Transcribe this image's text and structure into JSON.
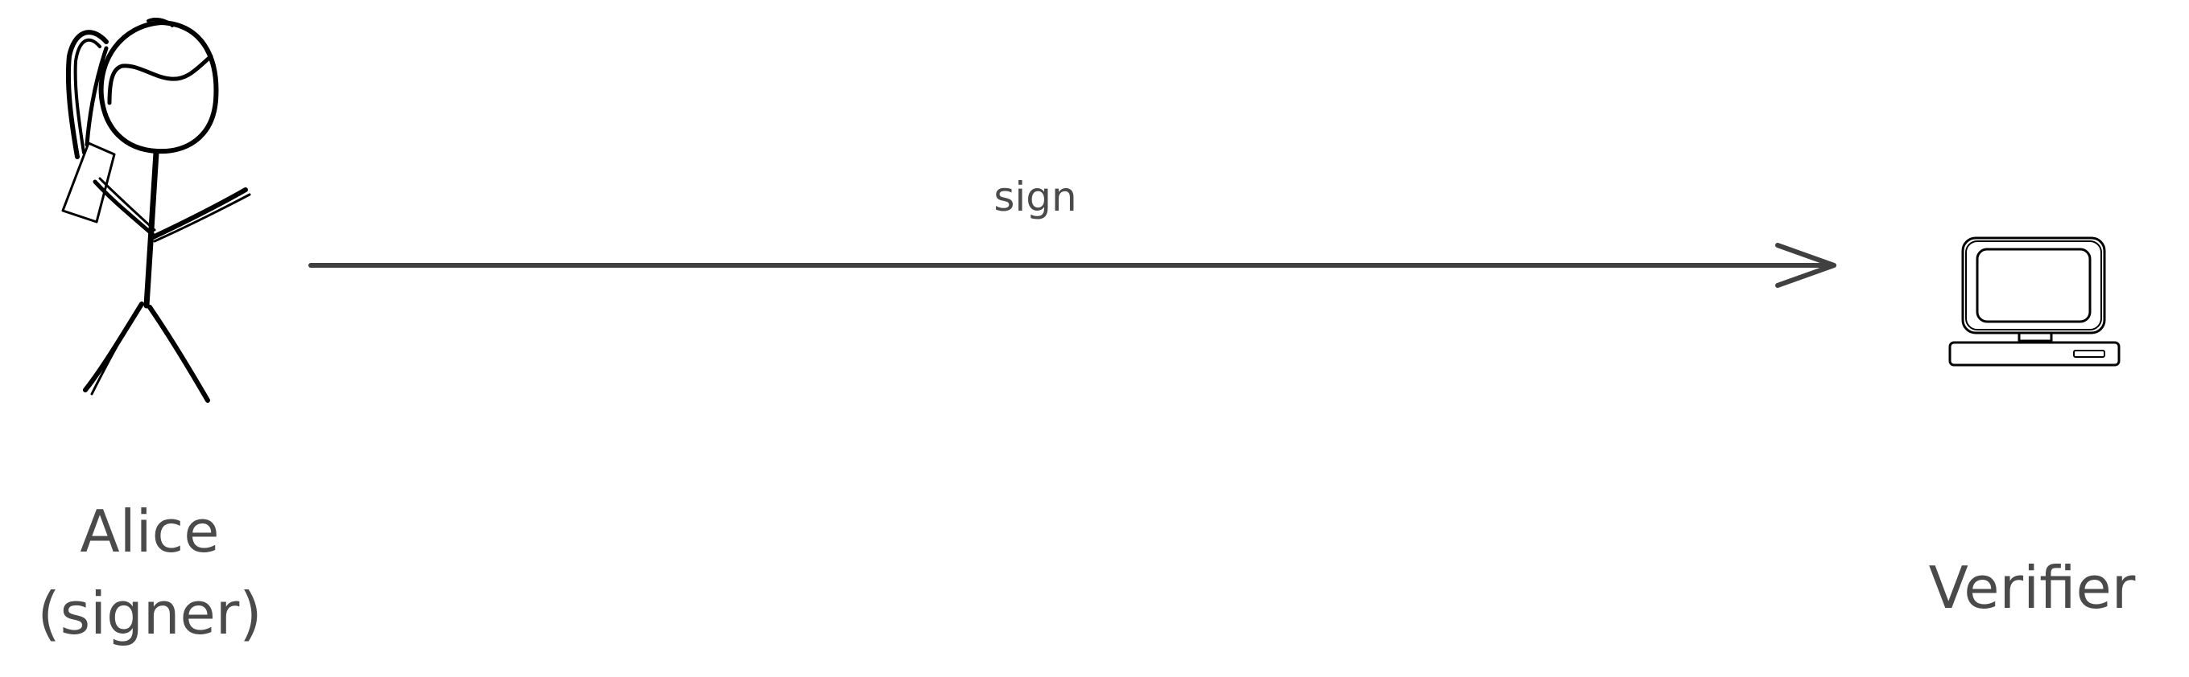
{
  "diagram": {
    "nodes": [
      {
        "id": "alice",
        "icon": "person-icon",
        "label_lines": [
          "Alice",
          "(signer)"
        ]
      },
      {
        "id": "verifier",
        "icon": "computer-icon",
        "label_lines": [
          "Verifier"
        ]
      }
    ],
    "edges": [
      {
        "from": "alice",
        "to": "verifier",
        "label": "sign"
      }
    ],
    "colors": {
      "stroke": "#000000",
      "text": "#4a4a4a",
      "arrow": "#404040",
      "background": "#ffffff"
    }
  }
}
